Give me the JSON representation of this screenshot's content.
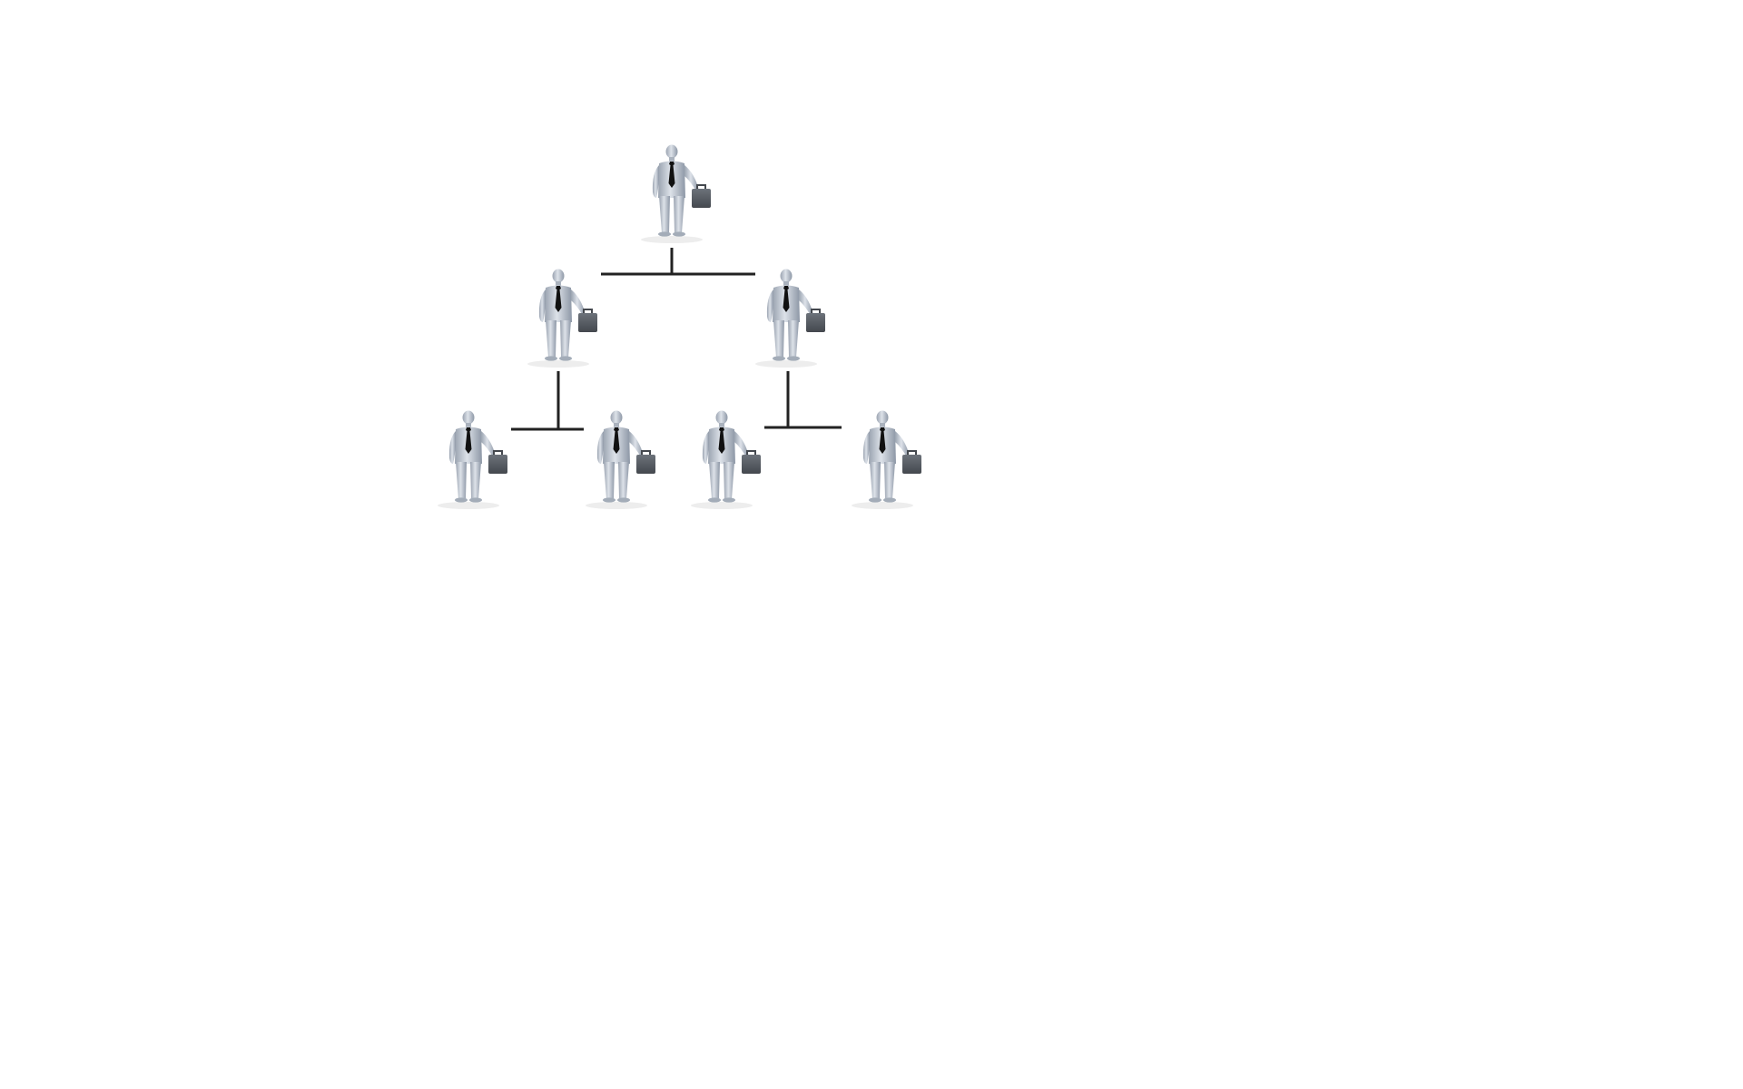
{
  "diagram": {
    "type": "org-chart",
    "colors": {
      "background": "#ffffff",
      "figure_body": "#c5ccd6",
      "figure_shade": "#8d97a6",
      "tie": "#111111",
      "briefcase": "#5a5f66",
      "connector": "#222222"
    },
    "icon": "businessman-with-briefcase-icon",
    "nodes": [
      {
        "id": "top",
        "level": 0
      },
      {
        "id": "mid-left",
        "level": 1,
        "parent": "top"
      },
      {
        "id": "mid-right",
        "level": 1,
        "parent": "top"
      },
      {
        "id": "bottom-1",
        "level": 2,
        "parent": "mid-left"
      },
      {
        "id": "bottom-2",
        "level": 2,
        "parent": "mid-left"
      },
      {
        "id": "bottom-3",
        "level": 2,
        "parent": "mid-right"
      },
      {
        "id": "bottom-4",
        "level": 2,
        "parent": "mid-right"
      }
    ]
  }
}
